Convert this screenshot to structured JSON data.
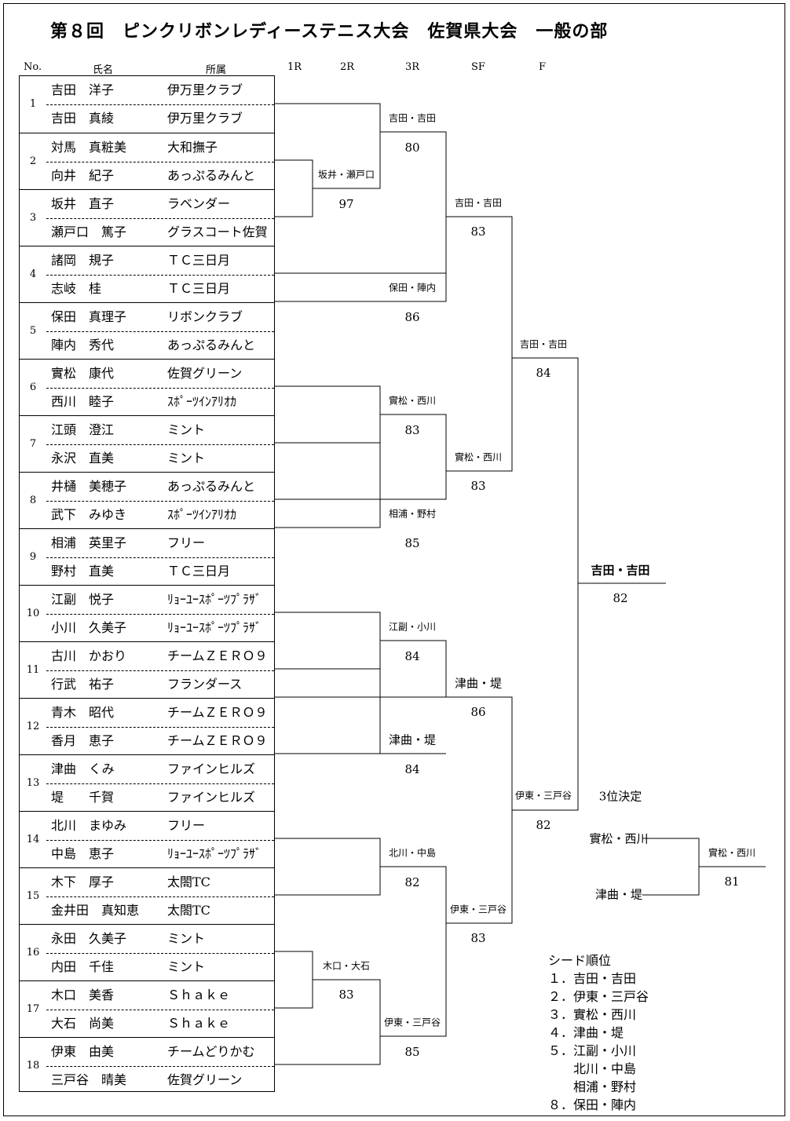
{
  "title": "第８回　ピンクリボンレディーステニス大会　佐賀県大会　一般の部",
  "headers": {
    "no": "No.",
    "name": "氏名",
    "club": "所属",
    "r1": "1R",
    "r2": "2R",
    "r3": "3R",
    "sf": "SF",
    "f": "F"
  },
  "entries": [
    {
      "no": "1",
      "players": [
        {
          "name": "吉田　洋子",
          "club": "伊万里クラブ"
        },
        {
          "name": "吉田　真綾",
          "club": "伊万里クラブ"
        }
      ]
    },
    {
      "no": "2",
      "players": [
        {
          "name": "対馬　真粧美",
          "club": "大和撫子"
        },
        {
          "name": "向井　紀子",
          "club": "あっぷるみんと"
        }
      ]
    },
    {
      "no": "3",
      "players": [
        {
          "name": "坂井　直子",
          "club": "ラベンダー"
        },
        {
          "name": "瀬戸口　篤子",
          "club": "グラスコート佐賀"
        }
      ]
    },
    {
      "no": "4",
      "players": [
        {
          "name": "諸岡　規子",
          "club": "ＴＣ三日月"
        },
        {
          "name": "志岐　桂",
          "club": "ＴＣ三日月"
        }
      ]
    },
    {
      "no": "5",
      "players": [
        {
          "name": "保田　真理子",
          "club": "リボンクラブ"
        },
        {
          "name": "陣内　秀代",
          "club": "あっぷるみんと"
        }
      ]
    },
    {
      "no": "6",
      "players": [
        {
          "name": "實松　康代",
          "club": "佐賀グリーン"
        },
        {
          "name": "西川　睦子",
          "club": "ｽﾎﾟｰﾂｲﾝｱﾘｵｶ"
        }
      ]
    },
    {
      "no": "7",
      "players": [
        {
          "name": "江頭　澄江",
          "club": "ミント"
        },
        {
          "name": "永沢　直美",
          "club": "ミント"
        }
      ]
    },
    {
      "no": "8",
      "players": [
        {
          "name": "井樋　美穂子",
          "club": "あっぷるみんと"
        },
        {
          "name": "武下　みゆき",
          "club": "ｽﾎﾟｰﾂｲﾝｱﾘｵｶ"
        }
      ]
    },
    {
      "no": "9",
      "players": [
        {
          "name": "相浦　英里子",
          "club": "フリー"
        },
        {
          "name": "野村　直美",
          "club": "ＴＣ三日月"
        }
      ]
    },
    {
      "no": "10",
      "players": [
        {
          "name": "江副　悦子",
          "club": "ﾘｮｰﾕｰｽﾎﾟｰﾂﾌﾟﾗｻﾞ"
        },
        {
          "name": "小川　久美子",
          "club": "ﾘｮｰﾕｰｽﾎﾟｰﾂﾌﾟﾗｻﾞ"
        }
      ]
    },
    {
      "no": "11",
      "players": [
        {
          "name": "古川　かおり",
          "club": "チームＺＥＲＯ９"
        },
        {
          "name": "行武　祐子",
          "club": "フランダース"
        }
      ]
    },
    {
      "no": "12",
      "players": [
        {
          "name": "青木　昭代",
          "club": "チームＺＥＲＯ９"
        },
        {
          "name": "香月　恵子",
          "club": "チームＺＥＲＯ９"
        }
      ]
    },
    {
      "no": "13",
      "players": [
        {
          "name": "津曲　くみ",
          "club": "ファインヒルズ"
        },
        {
          "name": "堤　　千賀",
          "club": "ファインヒルズ"
        }
      ]
    },
    {
      "no": "14",
      "players": [
        {
          "name": "北川　まゆみ",
          "club": "フリー"
        },
        {
          "name": "中島　恵子",
          "club": "ﾘｮｰﾕｰｽﾎﾟｰﾂﾌﾟﾗｻﾞ"
        }
      ]
    },
    {
      "no": "15",
      "players": [
        {
          "name": "木下　厚子",
          "club": "太閤TC"
        },
        {
          "name": "金井田　真知恵",
          "club": "太閤TC"
        }
      ]
    },
    {
      "no": "16",
      "players": [
        {
          "name": "永田　久美子",
          "club": "ミント"
        },
        {
          "name": "内田　千佳",
          "club": "ミント"
        }
      ]
    },
    {
      "no": "17",
      "players": [
        {
          "name": "木口　美香",
          "club": "Ｓｈａｋｅ"
        },
        {
          "name": "大石　尚美",
          "club": "Ｓｈａｋｅ"
        }
      ]
    },
    {
      "no": "18",
      "players": [
        {
          "name": "伊東　由美",
          "club": "チームどりかむ"
        },
        {
          "name": "三戸谷　晴美",
          "club": "佐賀グリーン"
        }
      ]
    }
  ],
  "results": {
    "r2_a": {
      "winner": "坂井・瀬戸口",
      "score": "97"
    },
    "r2_b": {
      "winner": "木口・大石",
      "score": "83"
    },
    "r3": [
      {
        "winner": "吉田・吉田",
        "score": "80"
      },
      {
        "winner": "保田・陣内",
        "score": "86"
      },
      {
        "winner": "實松・西川",
        "score": "83"
      },
      {
        "winner": "相浦・野村",
        "score": "85"
      },
      {
        "winner": "江副・小川",
        "score": "84"
      },
      {
        "winner": "津曲・堤",
        "score": "84"
      },
      {
        "winner": "北川・中島",
        "score": "82"
      },
      {
        "winner": "伊東・三戸谷",
        "score": "85"
      }
    ],
    "qf": [
      {
        "winner": "吉田・吉田",
        "score": "83"
      },
      {
        "winner": "實松・西川",
        "score": "83"
      },
      {
        "winner": "津曲・堤",
        "score": "86"
      },
      {
        "winner": "伊東・三戸谷",
        "score": "83"
      }
    ],
    "sf": [
      {
        "winner": "吉田・吉田",
        "score": "84"
      },
      {
        "winner": "伊東・三戸谷",
        "score": "82"
      }
    ],
    "final": {
      "winner": "吉田・吉田",
      "score": "82"
    },
    "third": {
      "label": "3位決定",
      "team1": "實松・西川",
      "team2": "津曲・堤",
      "winner": "實松・西川",
      "score": "81"
    }
  },
  "seeds": {
    "title": "シード順位",
    "items": [
      "１．吉田・吉田",
      "２．伊東・三戸谷",
      "３．實松・西川",
      "４．津曲・堤",
      "５．江副・小川",
      "　　北川・中島",
      "　　相浦・野村",
      "８．保田・陣内"
    ]
  }
}
